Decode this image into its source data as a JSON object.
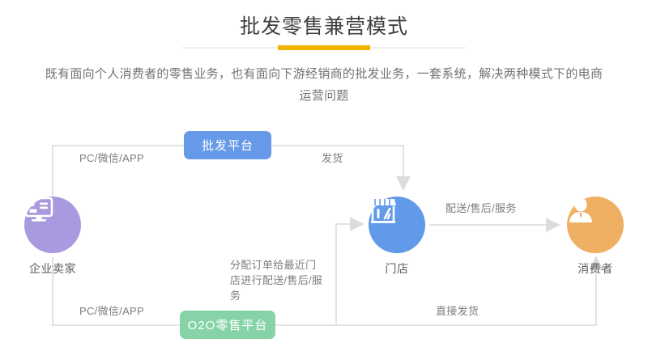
{
  "header": {
    "title": "批发零售兼营模式",
    "subtitle": "既有面向个人消费者的零售业务，也有面向下游经销商的批发业务，一套系统，解决两种模式下的电商运营问题",
    "accent_color": "#f0b400",
    "divider_color": "#efefef"
  },
  "diagram": {
    "nodes": [
      {
        "id": "enterprise-seller",
        "label": "企业卖家",
        "icon": "monitor-icon",
        "color": "#a99ae0"
      },
      {
        "id": "store",
        "label": "门店",
        "icon": "storefront-icon",
        "color": "#619ae8"
      },
      {
        "id": "consumer",
        "label": "消费者",
        "icon": "user-icon",
        "color": "#f0b064"
      }
    ],
    "badges": [
      {
        "id": "wholesale-platform",
        "label": "批发平台",
        "color": "#6699e8"
      },
      {
        "id": "o2o-retail-platform",
        "label": "O2O零售平台",
        "color": "#86d3a7"
      }
    ],
    "edge_labels": {
      "top_channel": "PC/微信/APP",
      "ship": "发货",
      "delivery_service": "配送/售后/服务",
      "bottom_channel": "PC/微信/APP",
      "direct_ship": "直接发货",
      "assign_order": "分配订单给最近门店进行配送/售后/服务"
    },
    "connector_color": "#e2e2e2",
    "arrow_color": "#dcdcdc"
  }
}
